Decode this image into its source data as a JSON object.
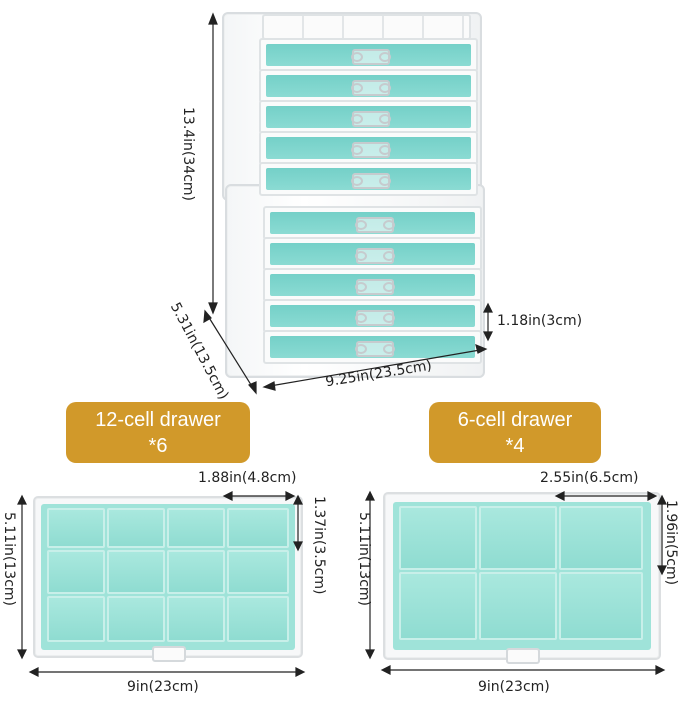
{
  "tower": {
    "height_label": "13.4in(34cm)",
    "depth_label": "5.31in(13.5cm)",
    "width_label": "9.25in(23.5cm)",
    "drawer_height_label": "1.18in(3cm)"
  },
  "tray_12": {
    "badge_line1": "12-cell drawer",
    "badge_line2": "*6",
    "cell_width_label": "1.88in(4.8cm)",
    "cell_height_label": "1.37in(3.5cm)",
    "height_label": "5.11in(13cm)",
    "width_label": "9in(23cm)"
  },
  "tray_6": {
    "badge_line1": "6-cell drawer",
    "badge_line2": "*4",
    "cell_width_label": "2.55in(6.5cm)",
    "cell_height_label": "1.96in(5cm)",
    "height_label": "5.11in(13cm)",
    "width_label": "9in(23cm)"
  },
  "colors": {
    "felt": "#7fd6cd",
    "badge": "#d1992a"
  }
}
